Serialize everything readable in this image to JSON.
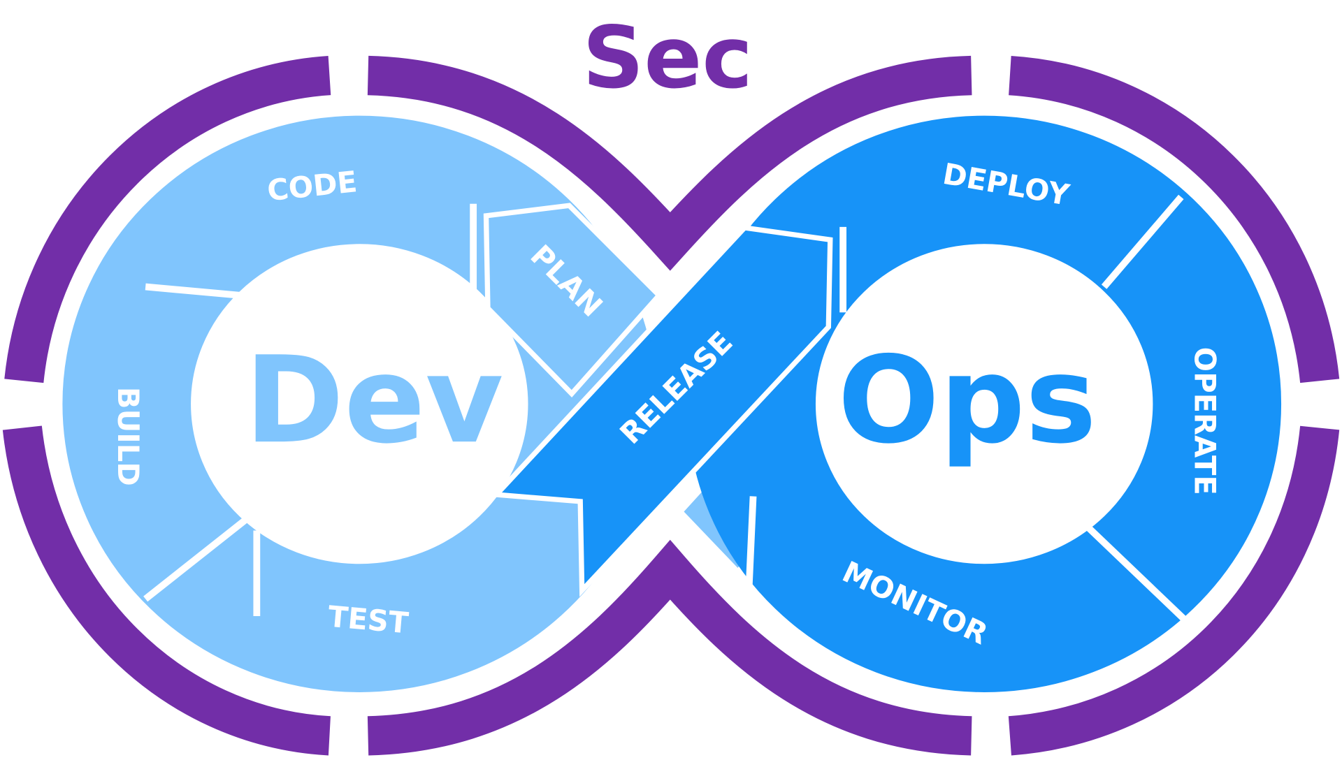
{
  "title": {
    "sec": "Sec",
    "dev": "Dev",
    "ops": "Ops"
  },
  "stages": {
    "code": "CODE",
    "plan": "PLAN",
    "build": "BUILD",
    "test": "TEST",
    "release": "RELEASE",
    "deploy": "DEPLOY",
    "operate": "OPERATE",
    "monitor": "MONITOR"
  },
  "colors": {
    "sec": "#722ea8",
    "dev": "#80c5fd",
    "ops": "#1793f8",
    "text": "#ffffff"
  }
}
